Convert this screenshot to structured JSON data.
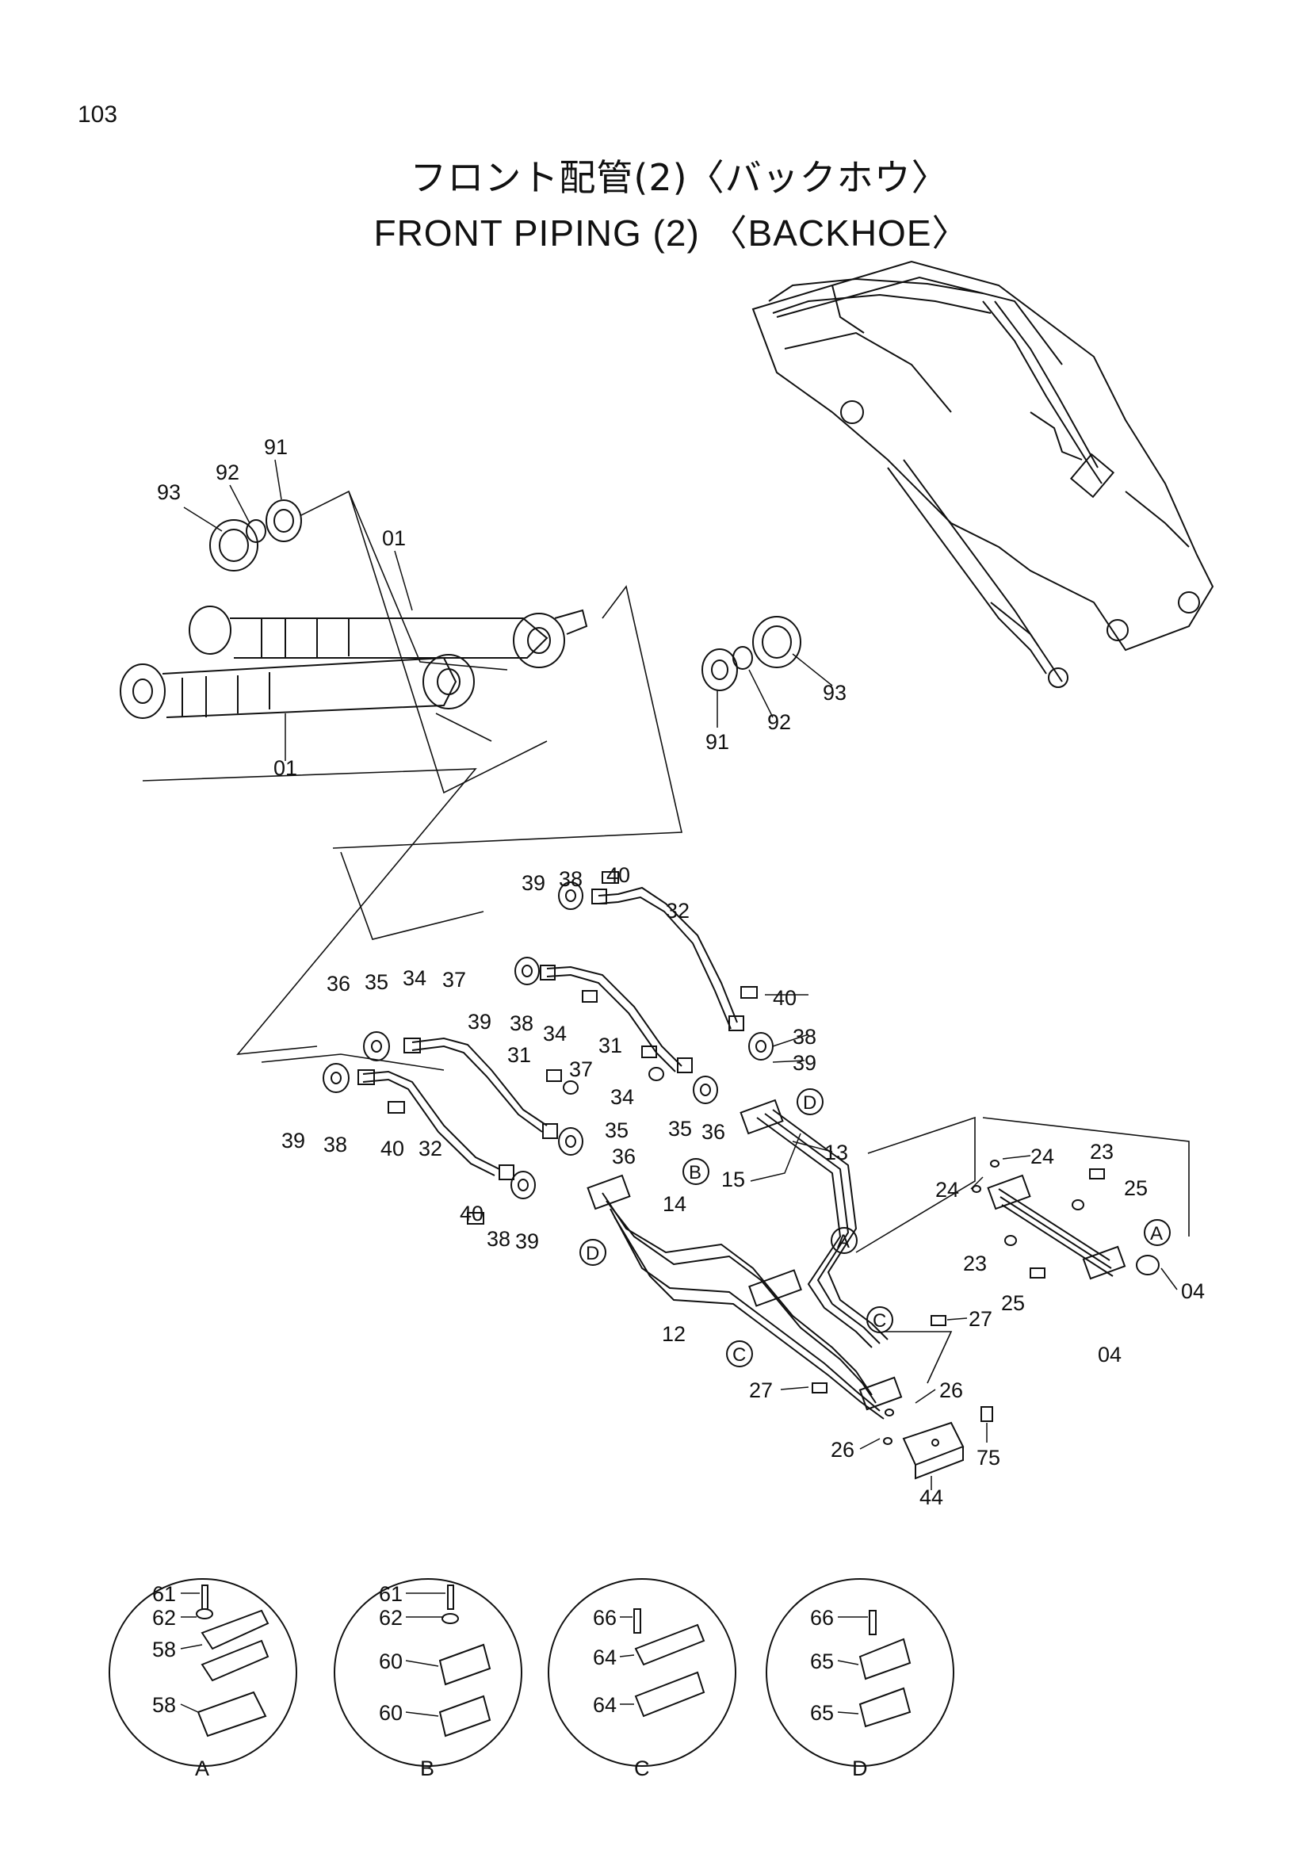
{
  "page_number": "103",
  "title_jp": "フロント配管(2)〈バックホウ〉",
  "title_en": "FRONT   PIPING (2) 〈BACKHOE〉",
  "part_labels": {
    "p91a": "91",
    "p92a": "92",
    "p93a": "93",
    "p01a": "01",
    "p01b": "01",
    "p91b": "91",
    "p92b": "92",
    "p93b": "93",
    "p39a": "39",
    "p38a": "38",
    "p40a": "40",
    "p32a": "32",
    "p36a": "36",
    "p35a": "35",
    "p34a": "34",
    "p37a": "37",
    "p39b": "39",
    "p38b": "38",
    "p34b": "34",
    "p31a": "31",
    "p31b": "31",
    "p40b": "40",
    "p38c": "38",
    "p39c": "39",
    "p37b": "37",
    "p34c": "34",
    "p35b": "35",
    "p35c": "35",
    "p36b": "36",
    "p36c": "36",
    "p39d": "39",
    "p38d": "38",
    "p40c": "40",
    "p32b": "32",
    "p40d": "40",
    "p38e": "38",
    "p39e": "39",
    "p13": "13",
    "p15": "15",
    "p14": "14",
    "p12": "12",
    "p24a": "24",
    "p24b": "24",
    "p23a": "23",
    "p25a": "25",
    "p23b": "23",
    "p25b": "25",
    "p04a": "04",
    "p04b": "04",
    "p27a": "27",
    "p27b": "27",
    "p26a": "26",
    "p26b": "26",
    "p75": "75",
    "p44": "44"
  },
  "callouts": {
    "A": "A",
    "B": "B",
    "C": "C",
    "D": "D"
  },
  "details": [
    {
      "letter": "A",
      "labels": [
        "61",
        "62",
        "58",
        "58"
      ]
    },
    {
      "letter": "B",
      "labels": [
        "61",
        "62",
        "60",
        "60"
      ]
    },
    {
      "letter": "C",
      "labels": [
        "66",
        "64",
        "64"
      ]
    },
    {
      "letter": "D",
      "labels": [
        "66",
        "65",
        "65"
      ]
    }
  ]
}
